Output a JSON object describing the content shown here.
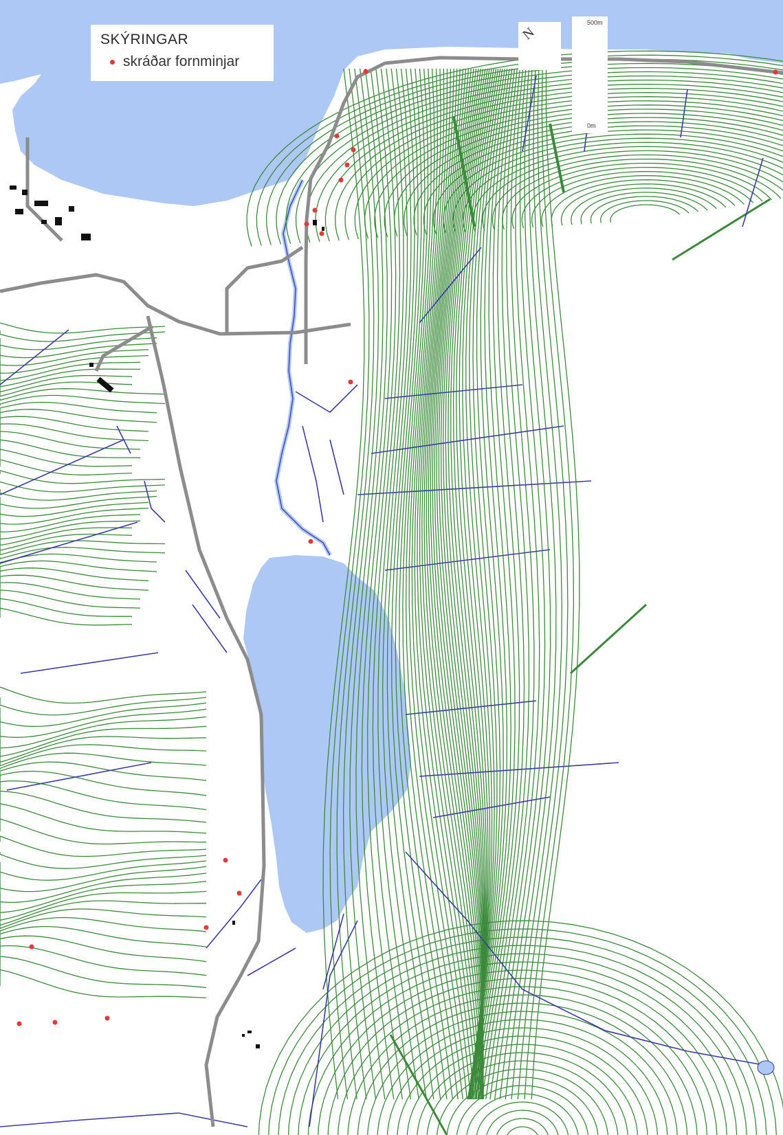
{
  "legend": {
    "title": "SKÝRINGAR",
    "item_label": "skráðar fornminjar"
  },
  "north_arrow": {
    "label": "N"
  },
  "scale_bar": {
    "top_label": "500m",
    "bottom_label": "0m"
  },
  "colors": {
    "water": "#adc8f5",
    "contour": "#3a8a3a",
    "stream": "#3a3aa8",
    "road": "#8c8c8c",
    "site_marker": "#e23a3a",
    "building": "#111111"
  }
}
